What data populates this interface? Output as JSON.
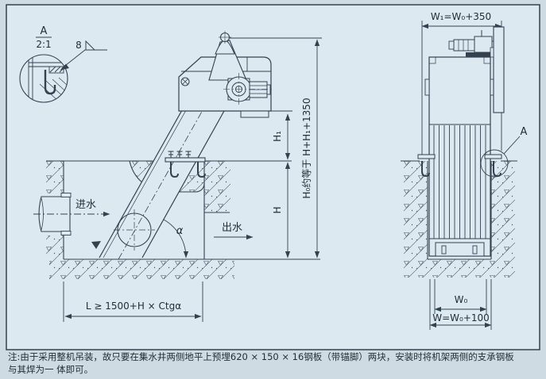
{
  "colors": {
    "paper": "#dde9f0",
    "page": "#cfdbe2",
    "line": "#344250",
    "text": "#232e38",
    "hatch": "#49596a"
  },
  "detail_a": {
    "title": "A",
    "scale": "2:1",
    "weld_size": "8"
  },
  "side_view": {
    "inlet": "进水",
    "outlet": "出水",
    "angle": "α",
    "dim_h1": "H₁",
    "dim_h": "H",
    "dim_h0": "H₀约等于 H+H₁+1350",
    "dim_l": "L ≥ 1500+H × Ctgα"
  },
  "front_view": {
    "dim_w1": "W₁=W₀+350",
    "dim_w0": "W₀",
    "dim_w": "W=W₀+100",
    "detail_ref": "A"
  },
  "note": {
    "line1": "注:由于采用整机吊装，故只要在集水井两侧地平上预埋620 × 150 × 16钢板（带锚脚）两块，安装时将机架两侧的支承钢板",
    "line2": "与其焊为一 体即可。"
  }
}
